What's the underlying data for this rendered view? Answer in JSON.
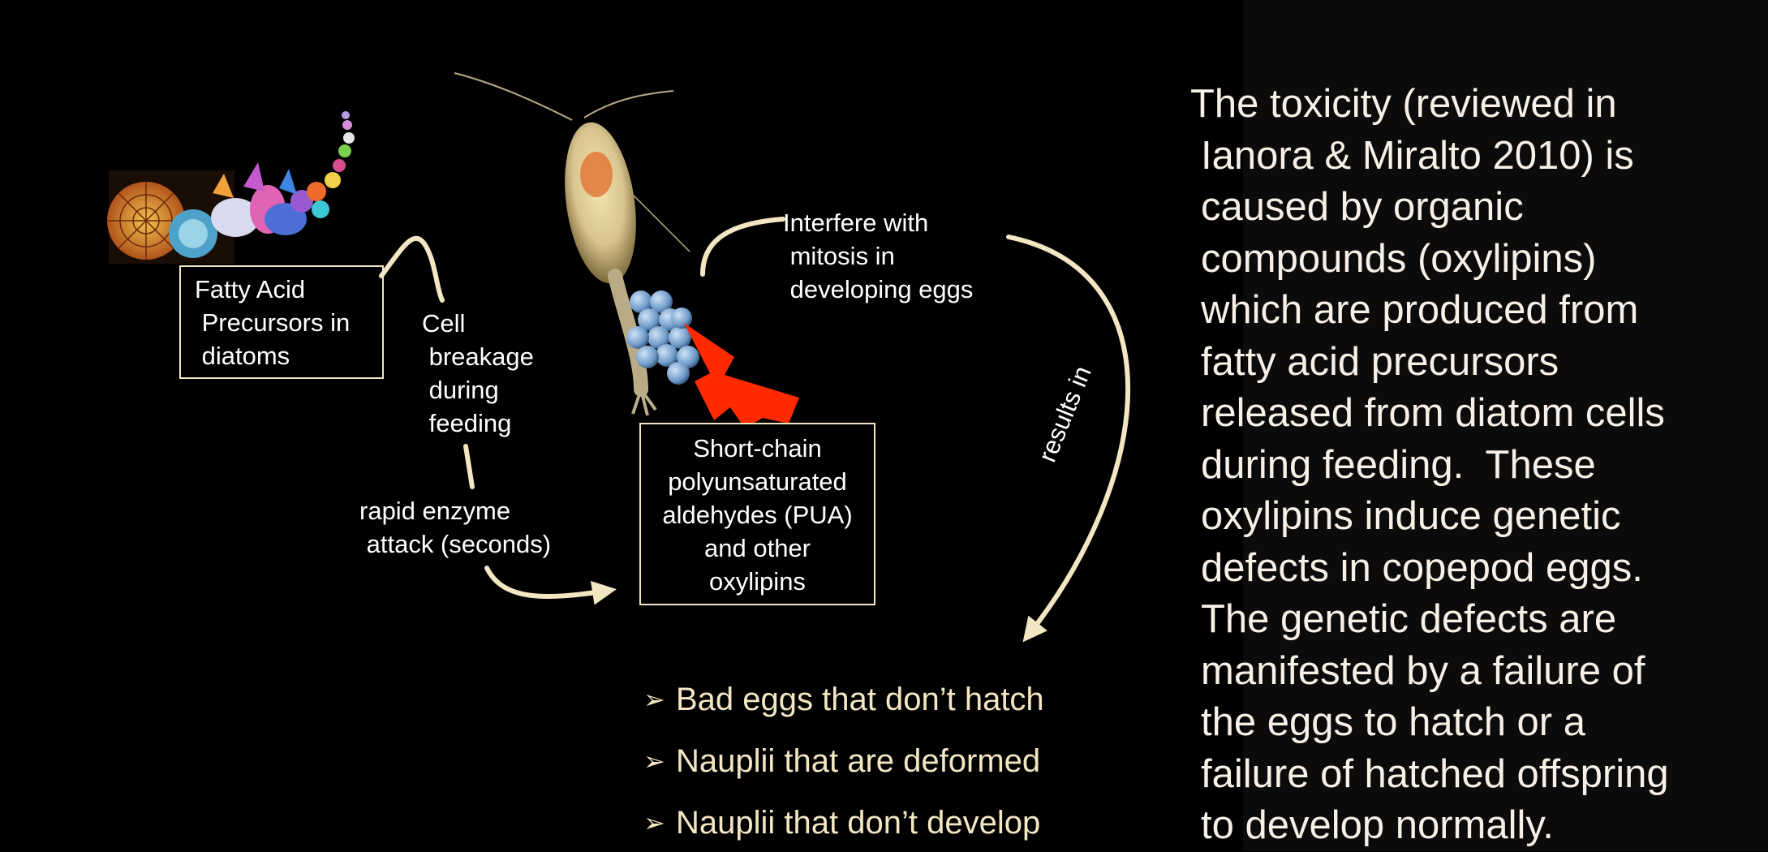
{
  "diagram": {
    "fatty_acid_box": [
      "Fatty Acid",
      " Precursors in",
      " diatoms"
    ],
    "cell_breakage": [
      "Cell",
      " breakage",
      " during",
      " feeding"
    ],
    "rapid_enzyme": [
      "rapid enzyme",
      " attack (seconds)"
    ],
    "interfere": [
      "Interfere with",
      " mitosis in",
      " developing eggs"
    ],
    "pua_box": [
      "Short-chain",
      "polyunsaturated",
      "aldehydes (PUA)",
      "and other",
      "oxylipins"
    ],
    "results_in": "results in",
    "outcomes": [
      "Bad eggs that don’t hatch",
      "Nauplii that are deformed",
      "Nauplii that don’t develop"
    ],
    "bullet_glyph": "➢"
  },
  "description_lines": [
    "The toxicity (reviewed in",
    "Ianora & Miralto 2010) is",
    "caused by organic",
    "compounds (oxylipins)",
    "which are produced from",
    "fatty acid precursors",
    "released from diatom cells",
    "during feeding.  These",
    "oxylipins induce genetic",
    "defects in copepod eggs.",
    "The genetic defects are",
    "manifested by a failure of",
    "the eggs to hatch or a",
    "failure of hatched offspring",
    "to develop normally."
  ],
  "colors": {
    "background": "#000000",
    "arrow": "#f3e6c3",
    "text": "#ffffff",
    "paragraph_text": "#f7f0e6",
    "lightning": "#ff2a00"
  }
}
